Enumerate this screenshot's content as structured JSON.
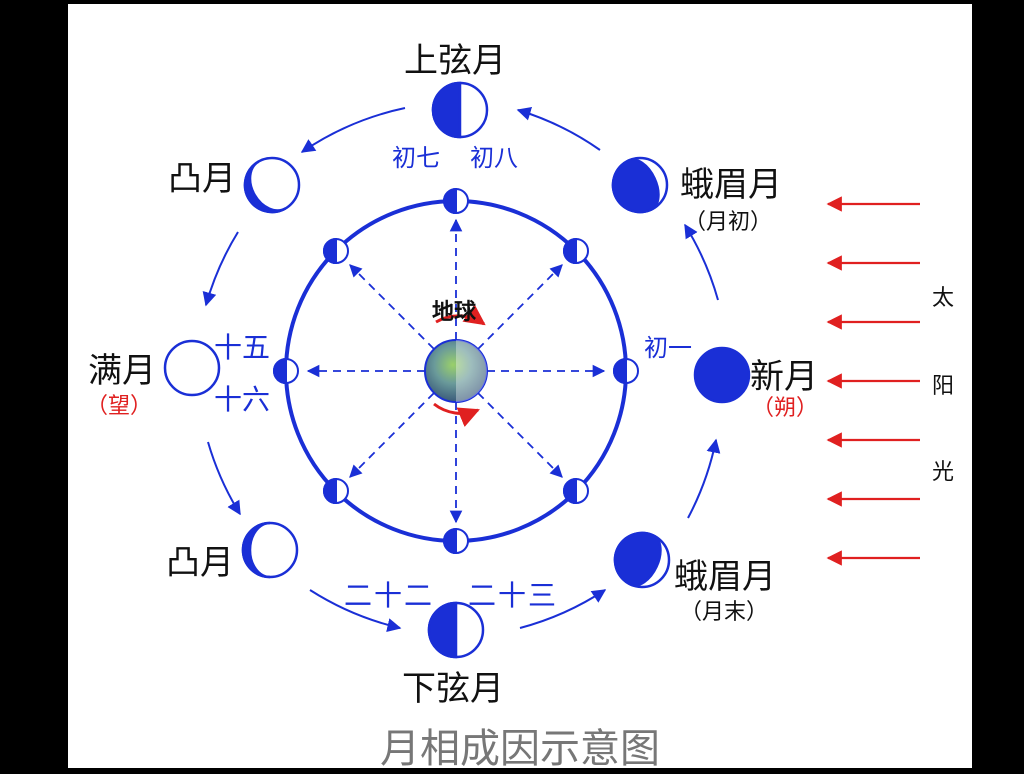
{
  "phases": {
    "first_quarter": "上弦月",
    "waxing_gibbous": "凸月",
    "waxing_crescent": "蛾眉月",
    "waxing_crescent_note": "（月初）",
    "full_moon": "满月",
    "full_moon_note": "（望）",
    "new_moon": "新月",
    "new_moon_note": "（朔）",
    "waning_gibbous": "凸月",
    "waning_crescent": "蛾眉月",
    "waning_crescent_note": "（月末）",
    "last_quarter": "下弦月"
  },
  "days": {
    "top_left": "初七",
    "top_right": "初八",
    "right": "初一",
    "left_top": "十五",
    "left_bottom": "十六",
    "bottom_left": "二十二",
    "bottom_right": "二十三"
  },
  "earth_label": "地球",
  "sunlight": [
    "太",
    "阳",
    "光"
  ],
  "caption": "月相成因示意图",
  "colors": {
    "moon_blue": "#1a2fd6",
    "sun_red": "#e02020",
    "caption_gray": "#777777"
  }
}
